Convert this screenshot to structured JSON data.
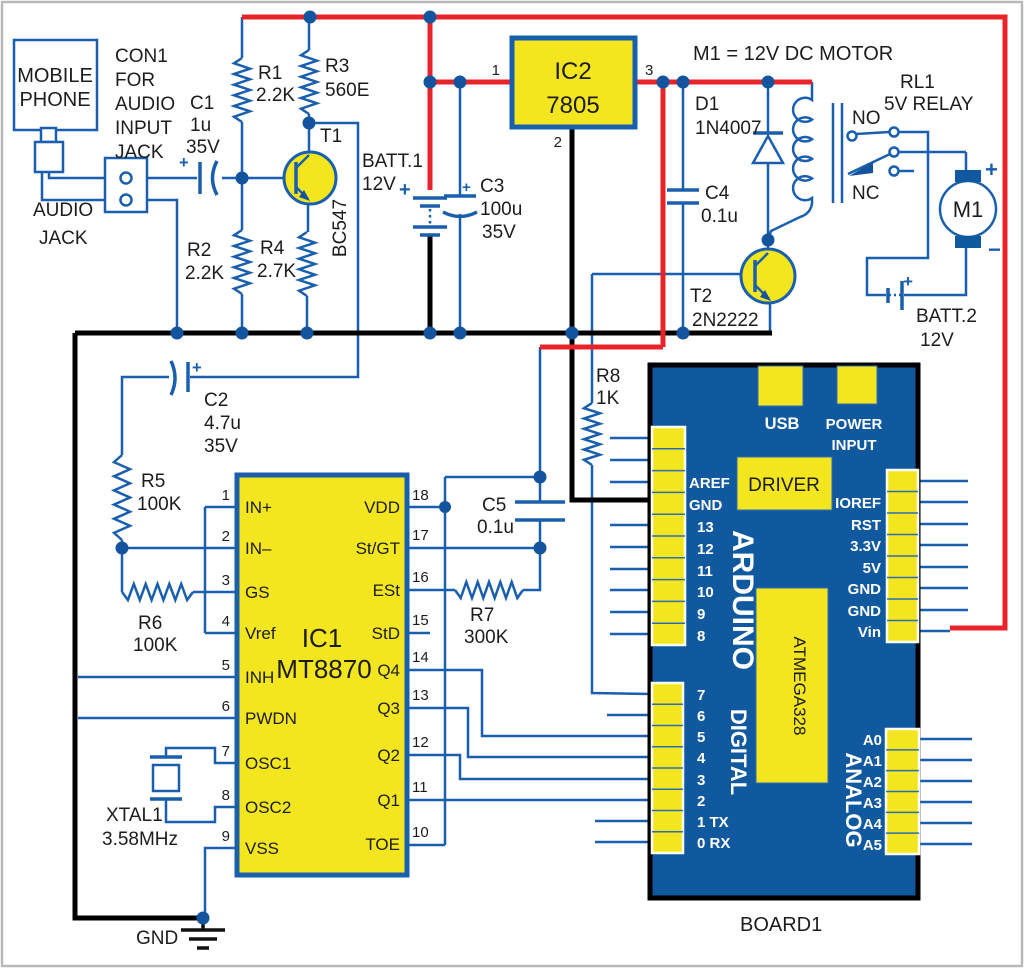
{
  "colors": {
    "wire_blue": "#1a5fae",
    "power_red": "#e8232a",
    "component_yellow": "#f3e51e",
    "board_blue": "#11599f",
    "wire_black": "#000000",
    "junction_dot": "#14549e"
  },
  "schematic": {
    "phone": {
      "line1": "MOBILE",
      "line2": "PHONE"
    },
    "con1": {
      "line1": "CON1",
      "line2": "FOR",
      "line3": "AUDIO",
      "line4": "INPUT",
      "line5": "JACK"
    },
    "audio_jack": {
      "line1": "AUDIO",
      "line2": "JACK"
    },
    "r1": {
      "name": "R1",
      "value": "2.2K"
    },
    "r2": {
      "name": "R2",
      "value": "2.2K"
    },
    "r3": {
      "name": "R3",
      "value": "560E"
    },
    "r4": {
      "name": "R4",
      "value": "2.7K"
    },
    "r5": {
      "name": "R5",
      "value": "100K"
    },
    "r6": {
      "name": "R6",
      "value": "100K"
    },
    "r7": {
      "name": "R7",
      "value": "300K"
    },
    "r8": {
      "name": "R8",
      "value": "1K"
    },
    "c1": {
      "name": "C1",
      "value": "1u",
      "volt": "35V",
      "plus": "+"
    },
    "c2": {
      "name": "C2",
      "value": "4.7u",
      "volt": "35V",
      "plus": "+"
    },
    "c3": {
      "name": "C3",
      "value": "100u",
      "volt": "35V",
      "plus": "+"
    },
    "c4": {
      "name": "C4",
      "value": "0.1u"
    },
    "c5": {
      "name": "C5",
      "value": "0.1u"
    },
    "t1": {
      "name": "T1",
      "part": "BC547"
    },
    "t2": {
      "name": "T2",
      "part": "2N2222"
    },
    "d1": {
      "name": "D1",
      "part": "1N4007"
    },
    "batt1": {
      "name": "BATT.1",
      "value": "12V",
      "plus": "+"
    },
    "batt2": {
      "name": "BATT.2",
      "value": "12V",
      "plus": "+"
    },
    "xtal": {
      "name": "XTAL1",
      "value": "3.58MHz"
    },
    "gnd_label": "GND",
    "motor_note": "M1 = 12V DC MOTOR",
    "relay": {
      "name": "RL1",
      "type": "5V RELAY",
      "no": "NO",
      "nc": "NC"
    },
    "motor": {
      "name": "M1",
      "plus": "+",
      "minus": "−"
    },
    "ic2": {
      "name": "IC2",
      "part": "7805",
      "pin1": "1",
      "pin2": "2",
      "pin3": "3"
    },
    "ic1": {
      "name": "IC1",
      "part": "MT8870",
      "left_pins": [
        {
          "num": "1",
          "label": "IN+"
        },
        {
          "num": "2",
          "label": "IN–"
        },
        {
          "num": "3",
          "label": "GS"
        },
        {
          "num": "4",
          "label": "Vref"
        },
        {
          "num": "5",
          "label": "INH"
        },
        {
          "num": "6",
          "label": "PWDN"
        },
        {
          "num": "7",
          "label": "OSC1"
        },
        {
          "num": "8",
          "label": "OSC2"
        },
        {
          "num": "9",
          "label": "VSS"
        }
      ],
      "right_pins": [
        {
          "num": "18",
          "label": "VDD"
        },
        {
          "num": "17",
          "label": "St/GT"
        },
        {
          "num": "16",
          "label": "ESt"
        },
        {
          "num": "15",
          "label": "StD"
        },
        {
          "num": "14",
          "label": "Q4"
        },
        {
          "num": "13",
          "label": "Q3"
        },
        {
          "num": "12",
          "label": "Q2"
        },
        {
          "num": "11",
          "label": "Q1"
        },
        {
          "num": "10",
          "label": "TOE"
        }
      ]
    },
    "arduino": {
      "board": "BOARD1",
      "usb": "USB",
      "power_line1": "POWER",
      "power_line2": "INPUT",
      "driver": "DRIVER",
      "title": "ARDUINO",
      "mcu": "ATMEGA328",
      "digital": "DIGITAL",
      "analog": "ANALOG",
      "left_top": [
        "AREF",
        "GND",
        "13",
        "12",
        "11",
        "10",
        "9",
        "8"
      ],
      "left_bottom": [
        "7",
        "6",
        "5",
        "4",
        "3",
        "2",
        "1 TX",
        "0 RX"
      ],
      "right_top": [
        "IOREF",
        "RST",
        "3.3V",
        "5V",
        "GND",
        "GND",
        "Vin"
      ],
      "analog_pins": [
        "A0",
        "A1",
        "A2",
        "A3",
        "A4",
        "A5"
      ]
    }
  }
}
